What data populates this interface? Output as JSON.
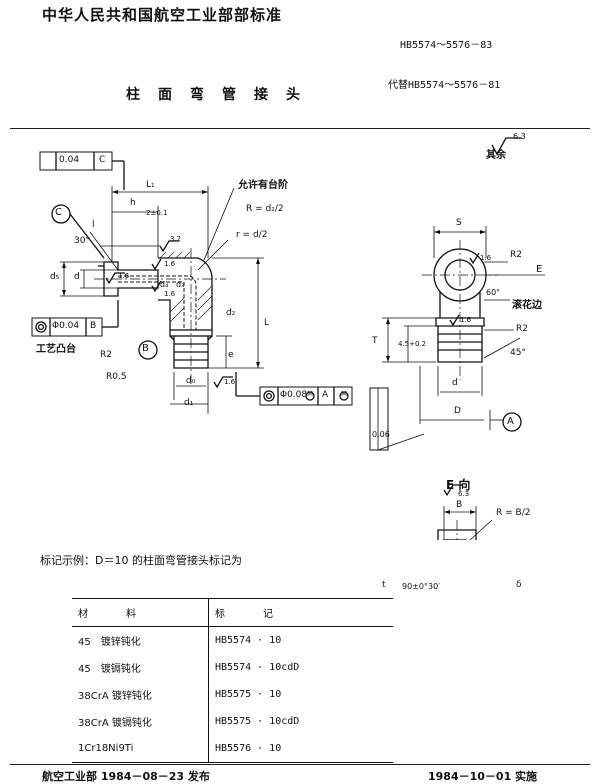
{
  "header": {
    "org_title": "中华人民共和国航空工业部部标准",
    "standard_no": "HB5574～5576－83",
    "doc_title": "柱面弯管接头",
    "replaces": "代替HB5574～5576－81"
  },
  "drawing": {
    "surface_note": "其余",
    "roughness_rest": "6.3",
    "tol_runout_c": "0.04",
    "datum_c": "C",
    "datum_b_frame": "B",
    "tol_conc_b": "Φ0.04",
    "tol_conc_main": "Φ0.08",
    "mmc": "M",
    "datum_a": "A",
    "step_note": "允许有台阶",
    "process_boss": "工艺凸台",
    "label_L1": "L₁",
    "label_h": "h",
    "label_2pm": "2±0.1",
    "label_R_d2": "R = d₂/2",
    "label_r_d": "r = d/2",
    "label_30": "30°",
    "label_l": "l",
    "label_d5": "d₅",
    "label_d": "d",
    "label_d4": "d₄",
    "label_d3": "d₃",
    "label_d2": "d₂",
    "label_L": "L",
    "label_e": "e",
    "label_d0": "d₀",
    "label_d1": "d₁",
    "label_R2_left": "R2",
    "label_R05": "R0.5",
    "label_B_circle": "B",
    "label_C_circle": "C",
    "rough_32": "3.2",
    "rough_16a": "1.6",
    "rough_16b": "1.6",
    "rough_16c": "1.6",
    "rough_16d": "1.6",
    "rough_16e": "1.6",
    "rough_16f": "1.6",
    "label_S": "S",
    "label_R2_a": "R2",
    "label_R2_b": "R2",
    "label_E": "E",
    "label_60": "60°",
    "label_45": "45°",
    "label_T": "T",
    "label_45plus": "4.5+0.2",
    "label_d_right": "d",
    "label_D": "D",
    "roll_edge": "滚花边",
    "tol_right": "0.06",
    "view_E": "E 向",
    "label_B_view": "B",
    "label_R_B2": "R = B/2",
    "label_delta": "δ",
    "label_t": "t",
    "label_90": "90±0°30′",
    "rough_63": "6.3"
  },
  "example": "标记示例：D＝10 的柱面弯管接头标记为",
  "table": {
    "headers": [
      "材　　料",
      "标　　记"
    ],
    "rows": [
      {
        "material": "45　镀锌钝化",
        "mark": "HB5574 · 10"
      },
      {
        "material": "45　镀镉钝化",
        "mark": "HB5574 · 10cdD"
      },
      {
        "material": "38CrA 镀锌钝化",
        "mark": "HB5575 · 10"
      },
      {
        "material": "38CrA 镀镉钝化",
        "mark": "HB5575 · 10cdD"
      },
      {
        "material": "1Cr18Ni9Ti",
        "mark": "HB5576 · 10"
      }
    ]
  },
  "footer": {
    "issued": "航空工业部 1984－08－23 发布",
    "effective": "1984－10－01 实施"
  }
}
